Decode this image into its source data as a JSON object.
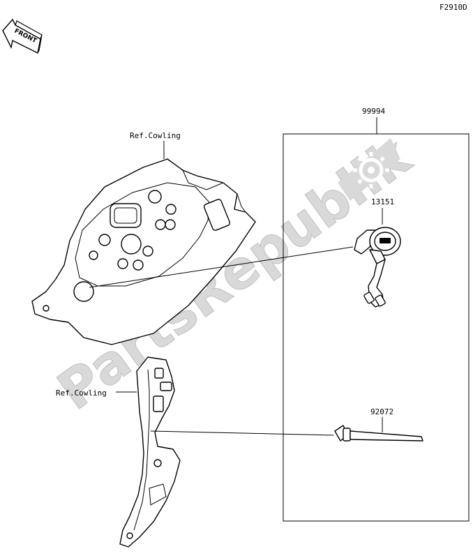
{
  "figure_code": "F2910D",
  "front_arrow_text": "FRONT",
  "watermark": {
    "text": "PartsRepublik",
    "color": "#d9d9d9"
  },
  "parts": {
    "kit": "99994",
    "socket": "13151",
    "band": "92072"
  },
  "references": {
    "cowling_upper": "Ref.Cowling",
    "cowling_lower": "Ref.Cowling"
  },
  "icons": [
    "front-arrow-icon",
    "gear-icon"
  ]
}
